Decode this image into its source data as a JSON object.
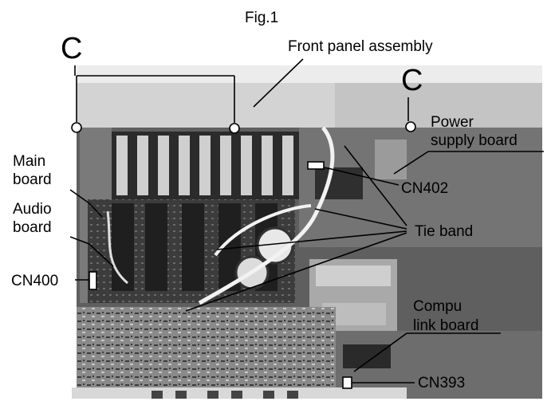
{
  "figure": {
    "title": "Fig.1",
    "labels": {
      "c_left": "C",
      "c_right": "C",
      "front_panel": "Front panel  assembly",
      "power_supply_line1": "Power",
      "power_supply_line2": "supply board",
      "main_line1": "Main",
      "main_line2": "board",
      "audio_line1": "Audio",
      "audio_line2": "board",
      "cn402": "CN402",
      "tie_band": "Tie band",
      "cn400": "CN400",
      "compu_line1": "Compu",
      "compu_line2": "link board",
      "cn393": "CN393"
    }
  }
}
